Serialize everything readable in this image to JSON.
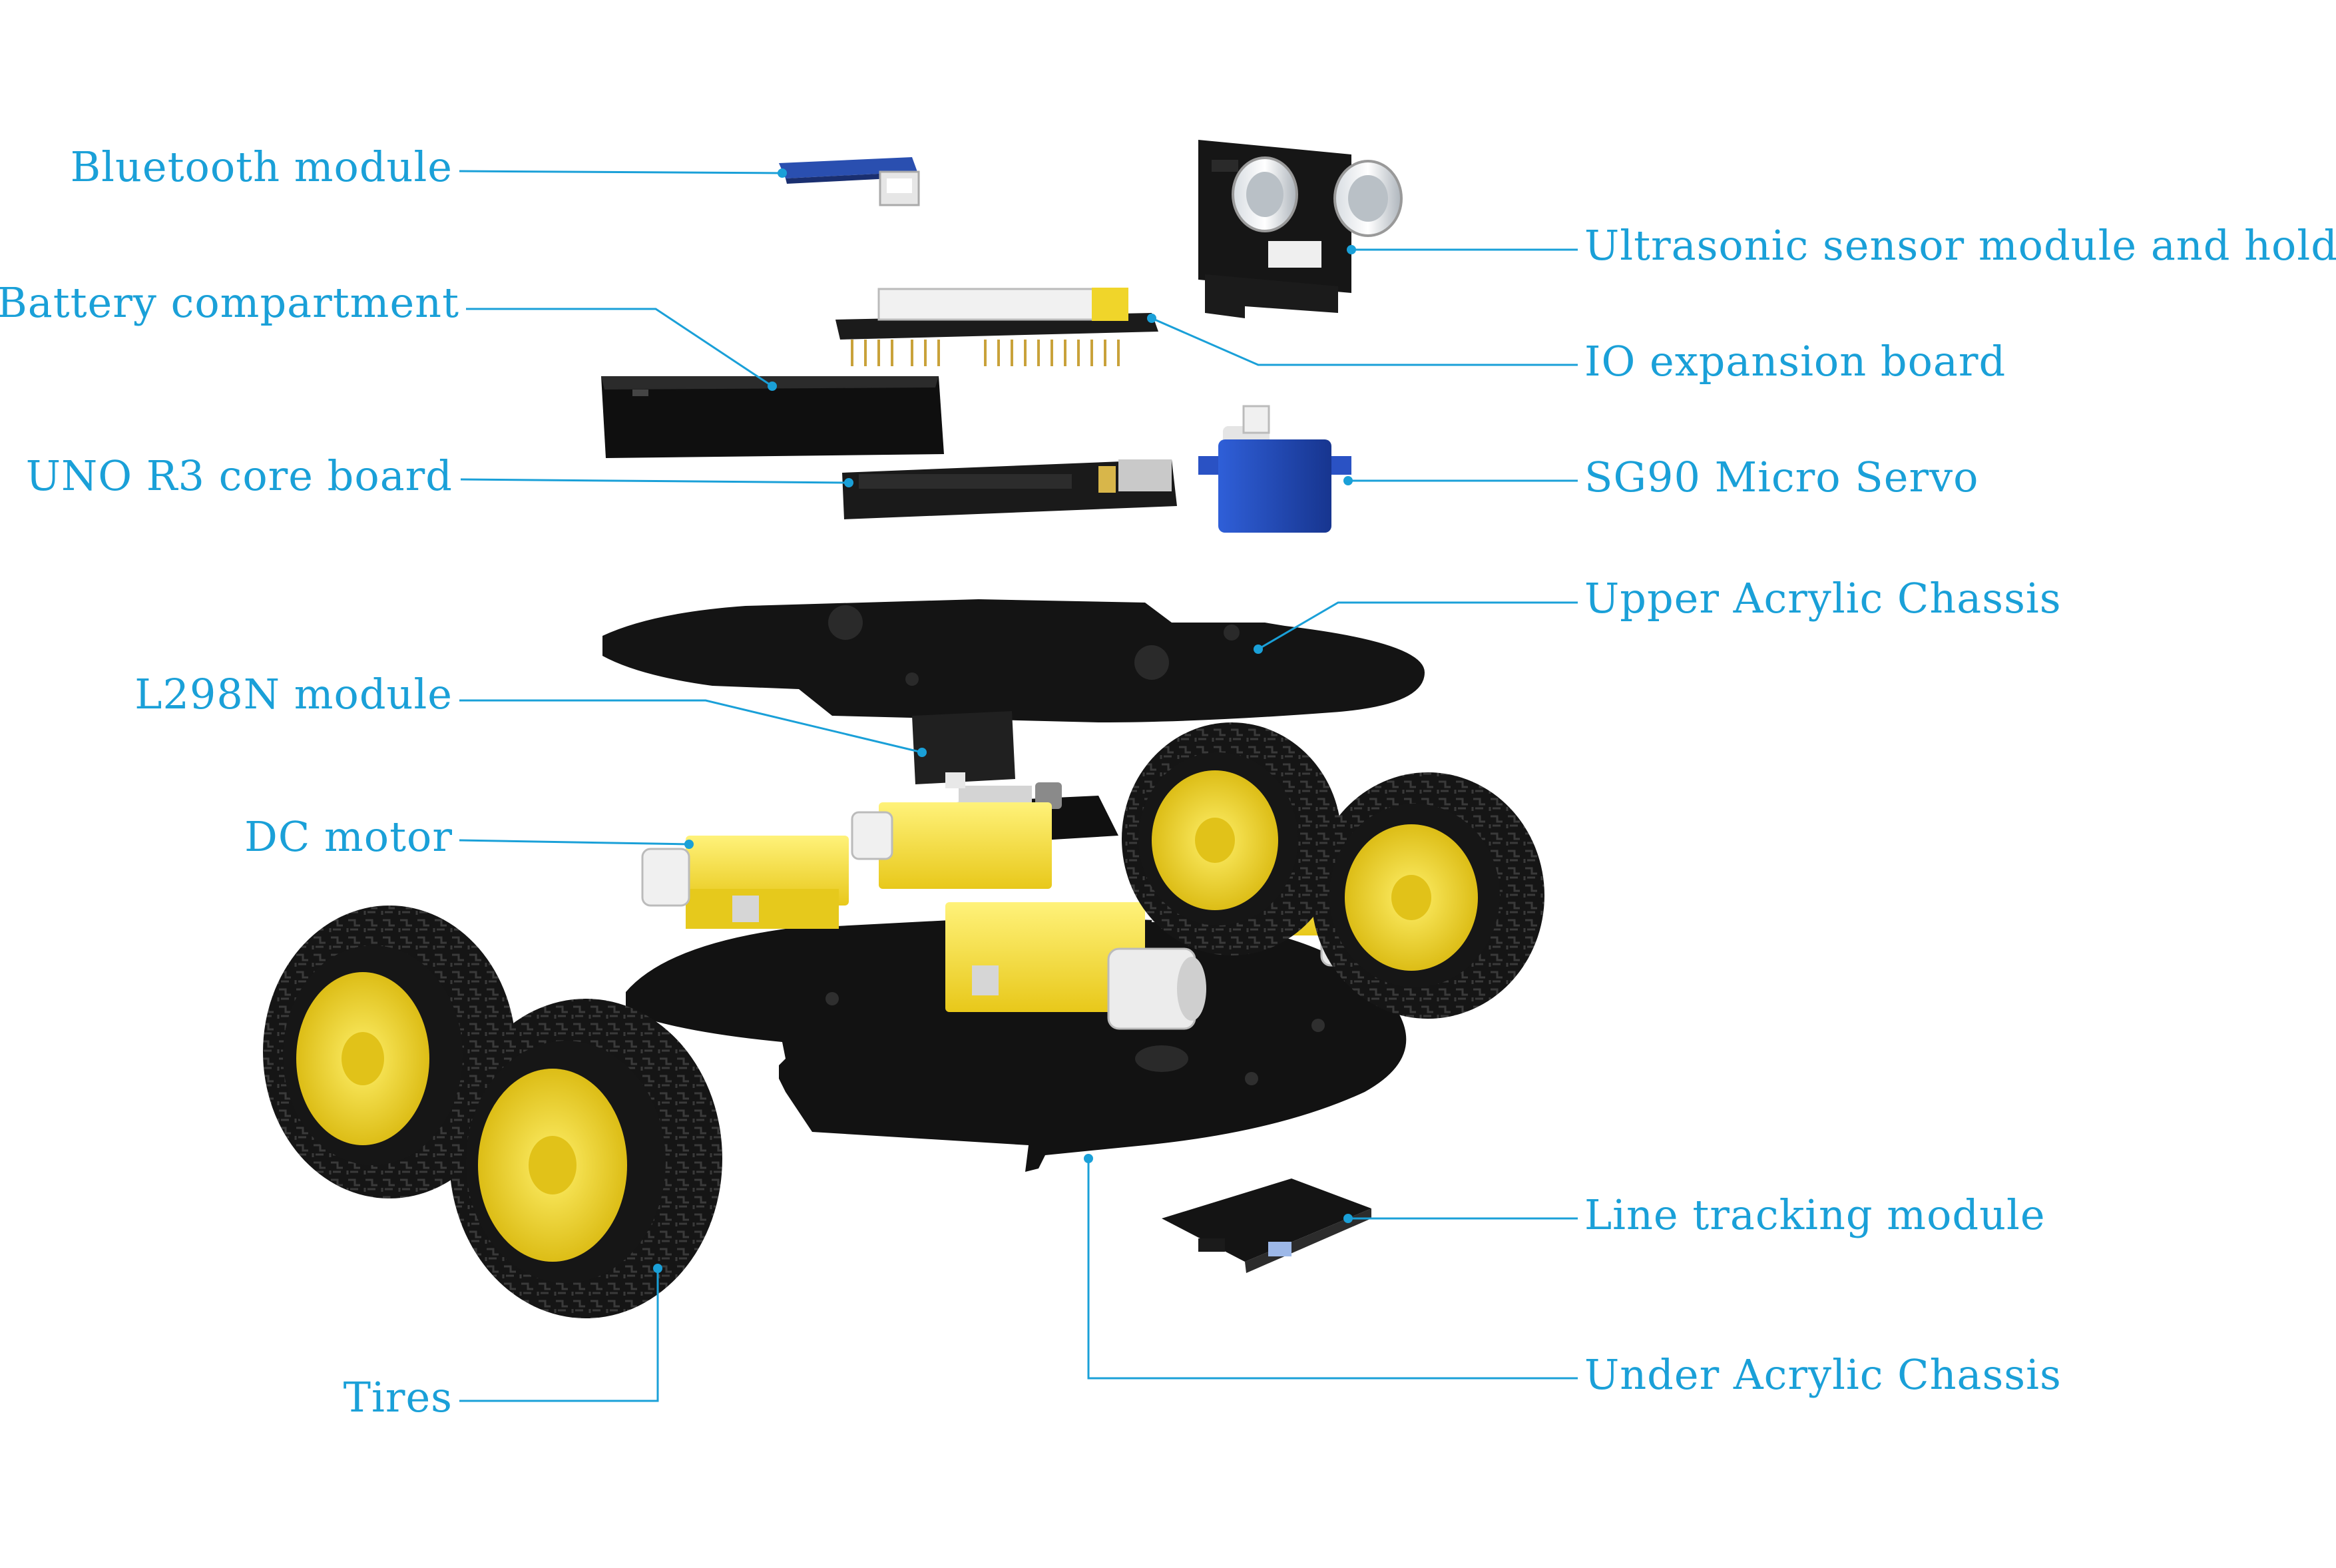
{
  "colors": {
    "label": "#1aa0d8",
    "leader": "#1aa0d8",
    "acrylic": "#151515",
    "pcb": "#1c1c1c",
    "yellow": "#f3dc25",
    "tire": "#161616",
    "servo": "#1f47b8"
  },
  "labels": {
    "bluetooth": "Bluetooth module",
    "battery": "Battery compartment",
    "uno": "UNO R3 core board",
    "l298n": "L298N module",
    "dc_motor": "DC motor",
    "tires": "Tires",
    "ultrasonic": "Ultrasonic sensor module and holder",
    "io_board": "IO expansion board",
    "servo": "SG90 Micro Servo",
    "upper_chassis": "Upper Acrylic Chassis",
    "line_tracking": "Line tracking module",
    "under_chassis": "Under Acrylic Chassis"
  }
}
